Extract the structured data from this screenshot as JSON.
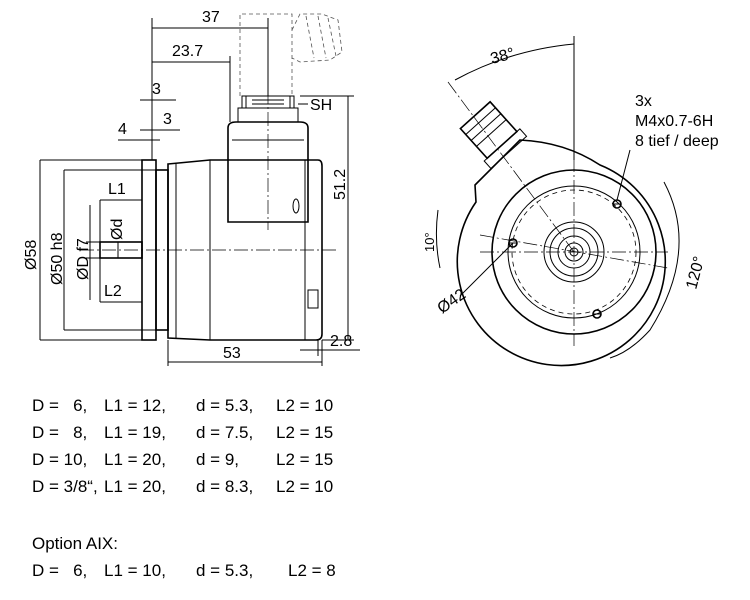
{
  "side_view": {
    "dims": {
      "d37": "37",
      "d23_7": "23.7",
      "d3a": "3",
      "d3b": "3",
      "d4": "4",
      "l1": "L1",
      "l2": "L2",
      "od": "Ød",
      "od58": "Ø58",
      "od50": "Ø50 h8",
      "odD": "ØD f7",
      "d51_2": "51.2",
      "d53": "53",
      "d2_8": "2.8",
      "sh": "SH"
    }
  },
  "front_view": {
    "angle_38": "38°",
    "angle_10": "10°",
    "angle_120": "120°",
    "dia_42": "Ø42",
    "thread_note": [
      "3x",
      "M4x0.7-6H",
      "8 tief / deep"
    ]
  },
  "spec_table": [
    [
      "D =   6,",
      "L1 = 12,",
      "d = 5.3,",
      "L2 = 10"
    ],
    [
      "D =   8,",
      "L1 = 19,",
      "d = 7.5,",
      "L2 = 15"
    ],
    [
      "D = 10,",
      "L1 = 20,",
      "d = 9,",
      "L2 = 15"
    ],
    [
      "D = 3/8“,",
      "L1 = 20,",
      "d = 8.3,",
      "L2 = 10"
    ]
  ],
  "option": {
    "title": "Option AIX:",
    "row": [
      "D =   6,",
      "L1 = 10,",
      "d = 5.3,",
      "L2 = 8"
    ]
  }
}
